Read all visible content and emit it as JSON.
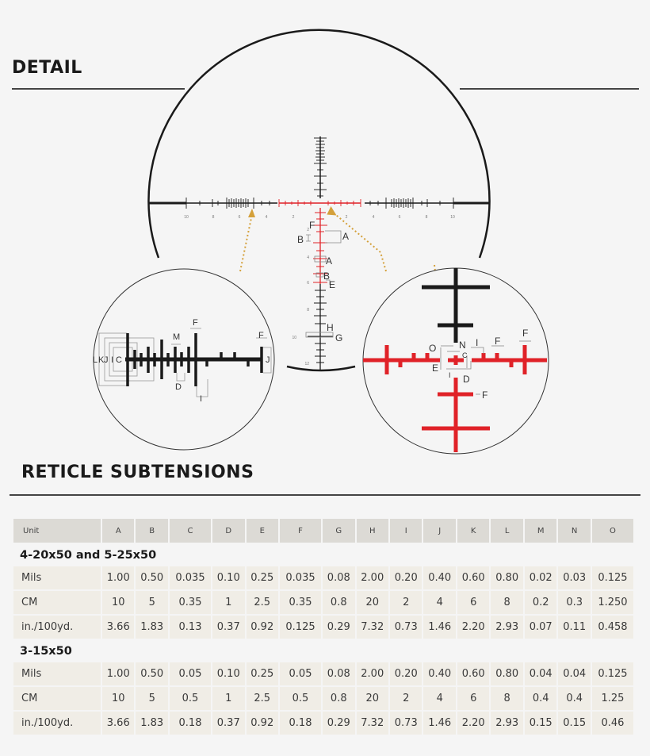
{
  "detail": {
    "title": "DETAIL",
    "main_reticle": {
      "horizontal_tick_labels_left": [
        "10",
        "8",
        "6",
        "4",
        "2"
      ],
      "horizontal_tick_labels_right": [
        "2",
        "4",
        "6",
        "8",
        "10"
      ],
      "vertical_tick_labels": [
        "2",
        "4",
        "6",
        "8",
        "10",
        "12"
      ],
      "callouts": [
        "F",
        "A",
        "B",
        "A",
        "B",
        "E",
        "H",
        "G"
      ]
    },
    "left_inset": {
      "callouts": [
        "L",
        "K",
        "J",
        "I",
        "C",
        "M",
        "F",
        "F",
        "J",
        "D",
        "I"
      ]
    },
    "right_inset": {
      "callouts": [
        "O",
        "N",
        "I",
        "F",
        "F",
        "C",
        "E",
        "I",
        "D",
        "F"
      ]
    },
    "colors": {
      "reticle_red": "#e02228",
      "reticle_black": "#1a1a1a",
      "arrow_gold": "#d4a03a"
    }
  },
  "subtensions": {
    "title": "RETICLE SUBTENSIONS",
    "header": [
      "Unit",
      "A",
      "B",
      "C",
      "D",
      "E",
      "F",
      "G",
      "H",
      "I",
      "J",
      "K",
      "L",
      "M",
      "N",
      "O"
    ],
    "groups": [
      {
        "name": "4-20x50 and 5-25x50",
        "rows": [
          {
            "unit": "Mils",
            "values": [
              "1.00",
              "0.50",
              "0.035",
              "0.10",
              "0.25",
              "0.035",
              "0.08",
              "2.00",
              "0.20",
              "0.40",
              "0.60",
              "0.80",
              "0.02",
              "0.03",
              "0.125"
            ]
          },
          {
            "unit": "CM",
            "values": [
              "10",
              "5",
              "0.35",
              "1",
              "2.5",
              "0.35",
              "0.8",
              "20",
              "2",
              "4",
              "6",
              "8",
              "0.2",
              "0.3",
              "1.250"
            ]
          },
          {
            "unit": "in./100yd.",
            "values": [
              "3.66",
              "1.83",
              "0.13",
              "0.37",
              "0.92",
              "0.125",
              "0.29",
              "7.32",
              "0.73",
              "1.46",
              "2.20",
              "2.93",
              "0.07",
              "0.11",
              "0.458"
            ]
          }
        ]
      },
      {
        "name": "3-15x50",
        "rows": [
          {
            "unit": "Mils",
            "values": [
              "1.00",
              "0.50",
              "0.05",
              "0.10",
              "0.25",
              "0.05",
              "0.08",
              "2.00",
              "0.20",
              "0.40",
              "0.60",
              "0.80",
              "0.04",
              "0.04",
              "0.125"
            ]
          },
          {
            "unit": "CM",
            "values": [
              "10",
              "5",
              "0.5",
              "1",
              "2.5",
              "0.5",
              "0.8",
              "20",
              "2",
              "4",
              "6",
              "8",
              "0.4",
              "0.4",
              "1.25"
            ]
          },
          {
            "unit": "in./100yd.",
            "values": [
              "3.66",
              "1.83",
              "0.18",
              "0.37",
              "0.92",
              "0.18",
              "0.29",
              "7.32",
              "0.73",
              "1.46",
              "2.20",
              "2.93",
              "0.15",
              "0.15",
              "0.46"
            ]
          }
        ]
      }
    ],
    "colors": {
      "header_bg": "#dcdad5",
      "cell_bg": "#f0ede6"
    }
  }
}
